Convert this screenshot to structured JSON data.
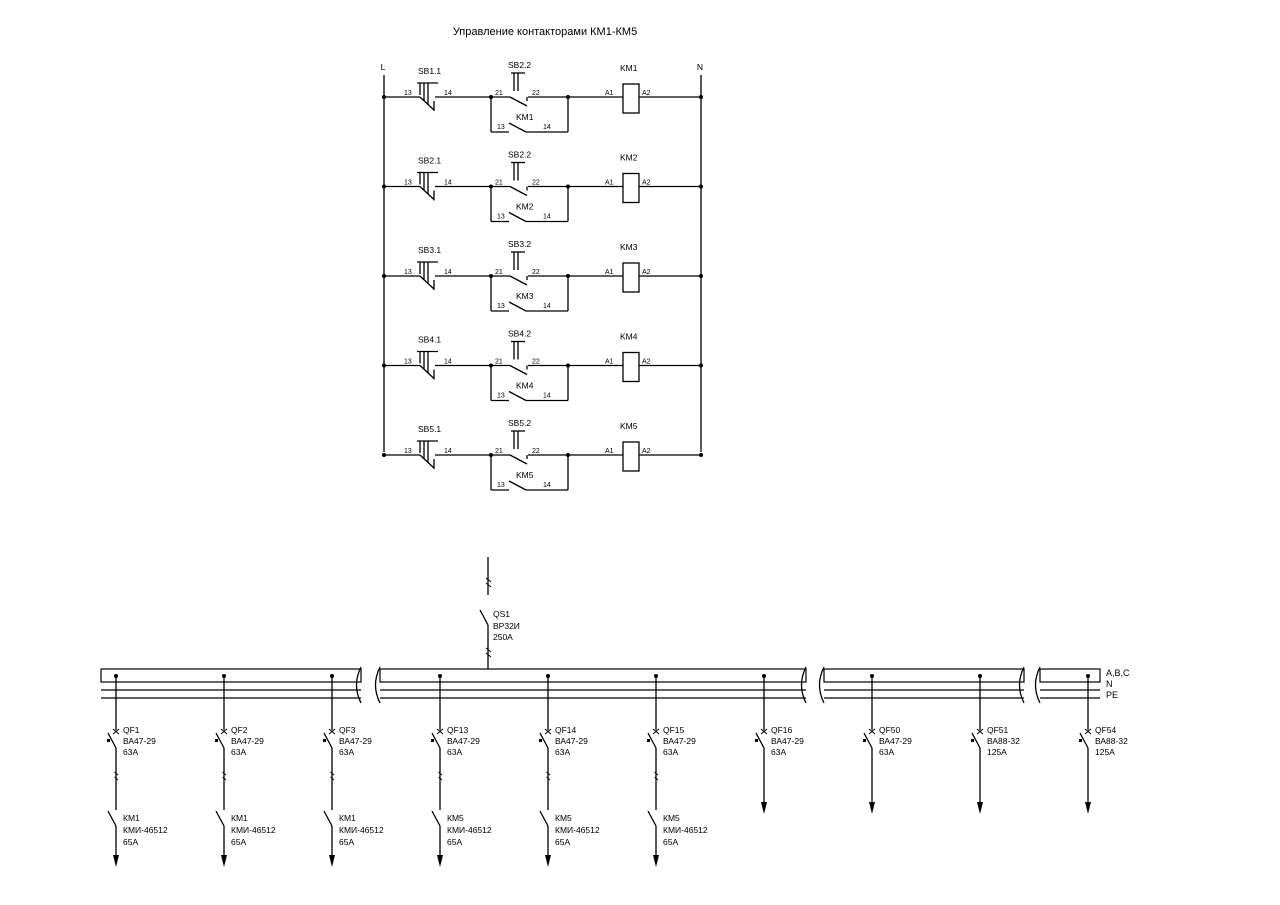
{
  "title": "Управление контакторами КМ1-КМ5",
  "control": {
    "line_label": "L",
    "neutral_label": "N",
    "rungs": [
      {
        "start": "SB1.1",
        "stop": "SB2.2",
        "coil": "KM1",
        "hold": "KM1"
      },
      {
        "start": "SB2.1",
        "stop": "SB2.2",
        "coil": "KM2",
        "hold": "KM2"
      },
      {
        "start": "SB3.1",
        "stop": "SB3.2",
        "coil": "KM3",
        "hold": "KM3"
      },
      {
        "start": "SB4.1",
        "stop": "SB4.2",
        "coil": "KM4",
        "hold": "KM4"
      },
      {
        "start": "SB5.1",
        "stop": "SB5.2",
        "coil": "KM5",
        "hold": "KM5"
      }
    ],
    "terminals": {
      "t13": "13",
      "t14": "14",
      "t21": "21",
      "t22": "22",
      "a1": "A1",
      "a2": "A2"
    }
  },
  "power": {
    "main_switch": {
      "name": "QS1",
      "type": "ВР32И",
      "rating": "250А"
    },
    "bus_labels": [
      "А,В,С",
      "N",
      "PE"
    ],
    "feeders": [
      {
        "qf": "QF1",
        "qf_type": "ВА47-29",
        "qf_rating": "63А",
        "km": "КМ1",
        "km_type": "КМИ-46512",
        "km_rating": "65А"
      },
      {
        "qf": "QF2",
        "qf_type": "ВА47-29",
        "qf_rating": "63А",
        "km": "КМ1",
        "km_type": "КМИ-46512",
        "km_rating": "65А"
      },
      {
        "qf": "QF3",
        "qf_type": "ВА47-29",
        "qf_rating": "63А",
        "km": "КМ1",
        "km_type": "КМИ-46512",
        "km_rating": "65А"
      },
      {
        "qf": "QF13",
        "qf_type": "ВА47-29",
        "qf_rating": "63А",
        "km": "КМ5",
        "km_type": "КМИ-46512",
        "km_rating": "65А"
      },
      {
        "qf": "QF14",
        "qf_type": "ВА47-29",
        "qf_rating": "63А",
        "km": "КМ5",
        "km_type": "КМИ-46512",
        "km_rating": "65А"
      },
      {
        "qf": "QF15",
        "qf_type": "ВА47-29",
        "qf_rating": "63А",
        "km": "КМ5",
        "km_type": "КМИ-46512",
        "km_rating": "65А"
      },
      {
        "qf": "QF16",
        "qf_type": "ВА47-29",
        "qf_rating": "63А",
        "km": "",
        "km_type": "",
        "km_rating": ""
      },
      {
        "qf": "QF50",
        "qf_type": "ВА47-29",
        "qf_rating": "63А",
        "km": "",
        "km_type": "",
        "km_rating": ""
      },
      {
        "qf": "QF51",
        "qf_type": "ВА88-32",
        "qf_rating": "125А",
        "km": "",
        "km_type": "",
        "km_rating": ""
      },
      {
        "qf": "QF54",
        "qf_type": "ВА88-32",
        "qf_rating": "125А",
        "km": "",
        "km_type": "",
        "km_rating": ""
      }
    ]
  }
}
